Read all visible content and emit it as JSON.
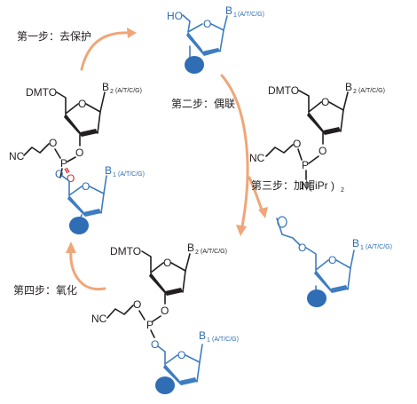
{
  "steps": {
    "step1": "第一步：去保护",
    "step2": "第二步：偶联",
    "step3": "第三步：加帽",
    "step4": "第四步：氧化"
  },
  "atoms": {
    "ho": "HO",
    "dmto": "DMTO",
    "o": "O",
    "p": "P",
    "nc": "NC",
    "n_ipr": "N( iPr )",
    "n_ipr_sub": "2",
    "b": "B",
    "b1_sub": "1",
    "b2_sub": "2",
    "bases": "(A/T/C/G)"
  },
  "colors": {
    "black": "#231f20",
    "blue": "#3d7dc0",
    "red": "#d42a2a",
    "arrow": "#f0a678",
    "bead": "#2f6db5"
  }
}
